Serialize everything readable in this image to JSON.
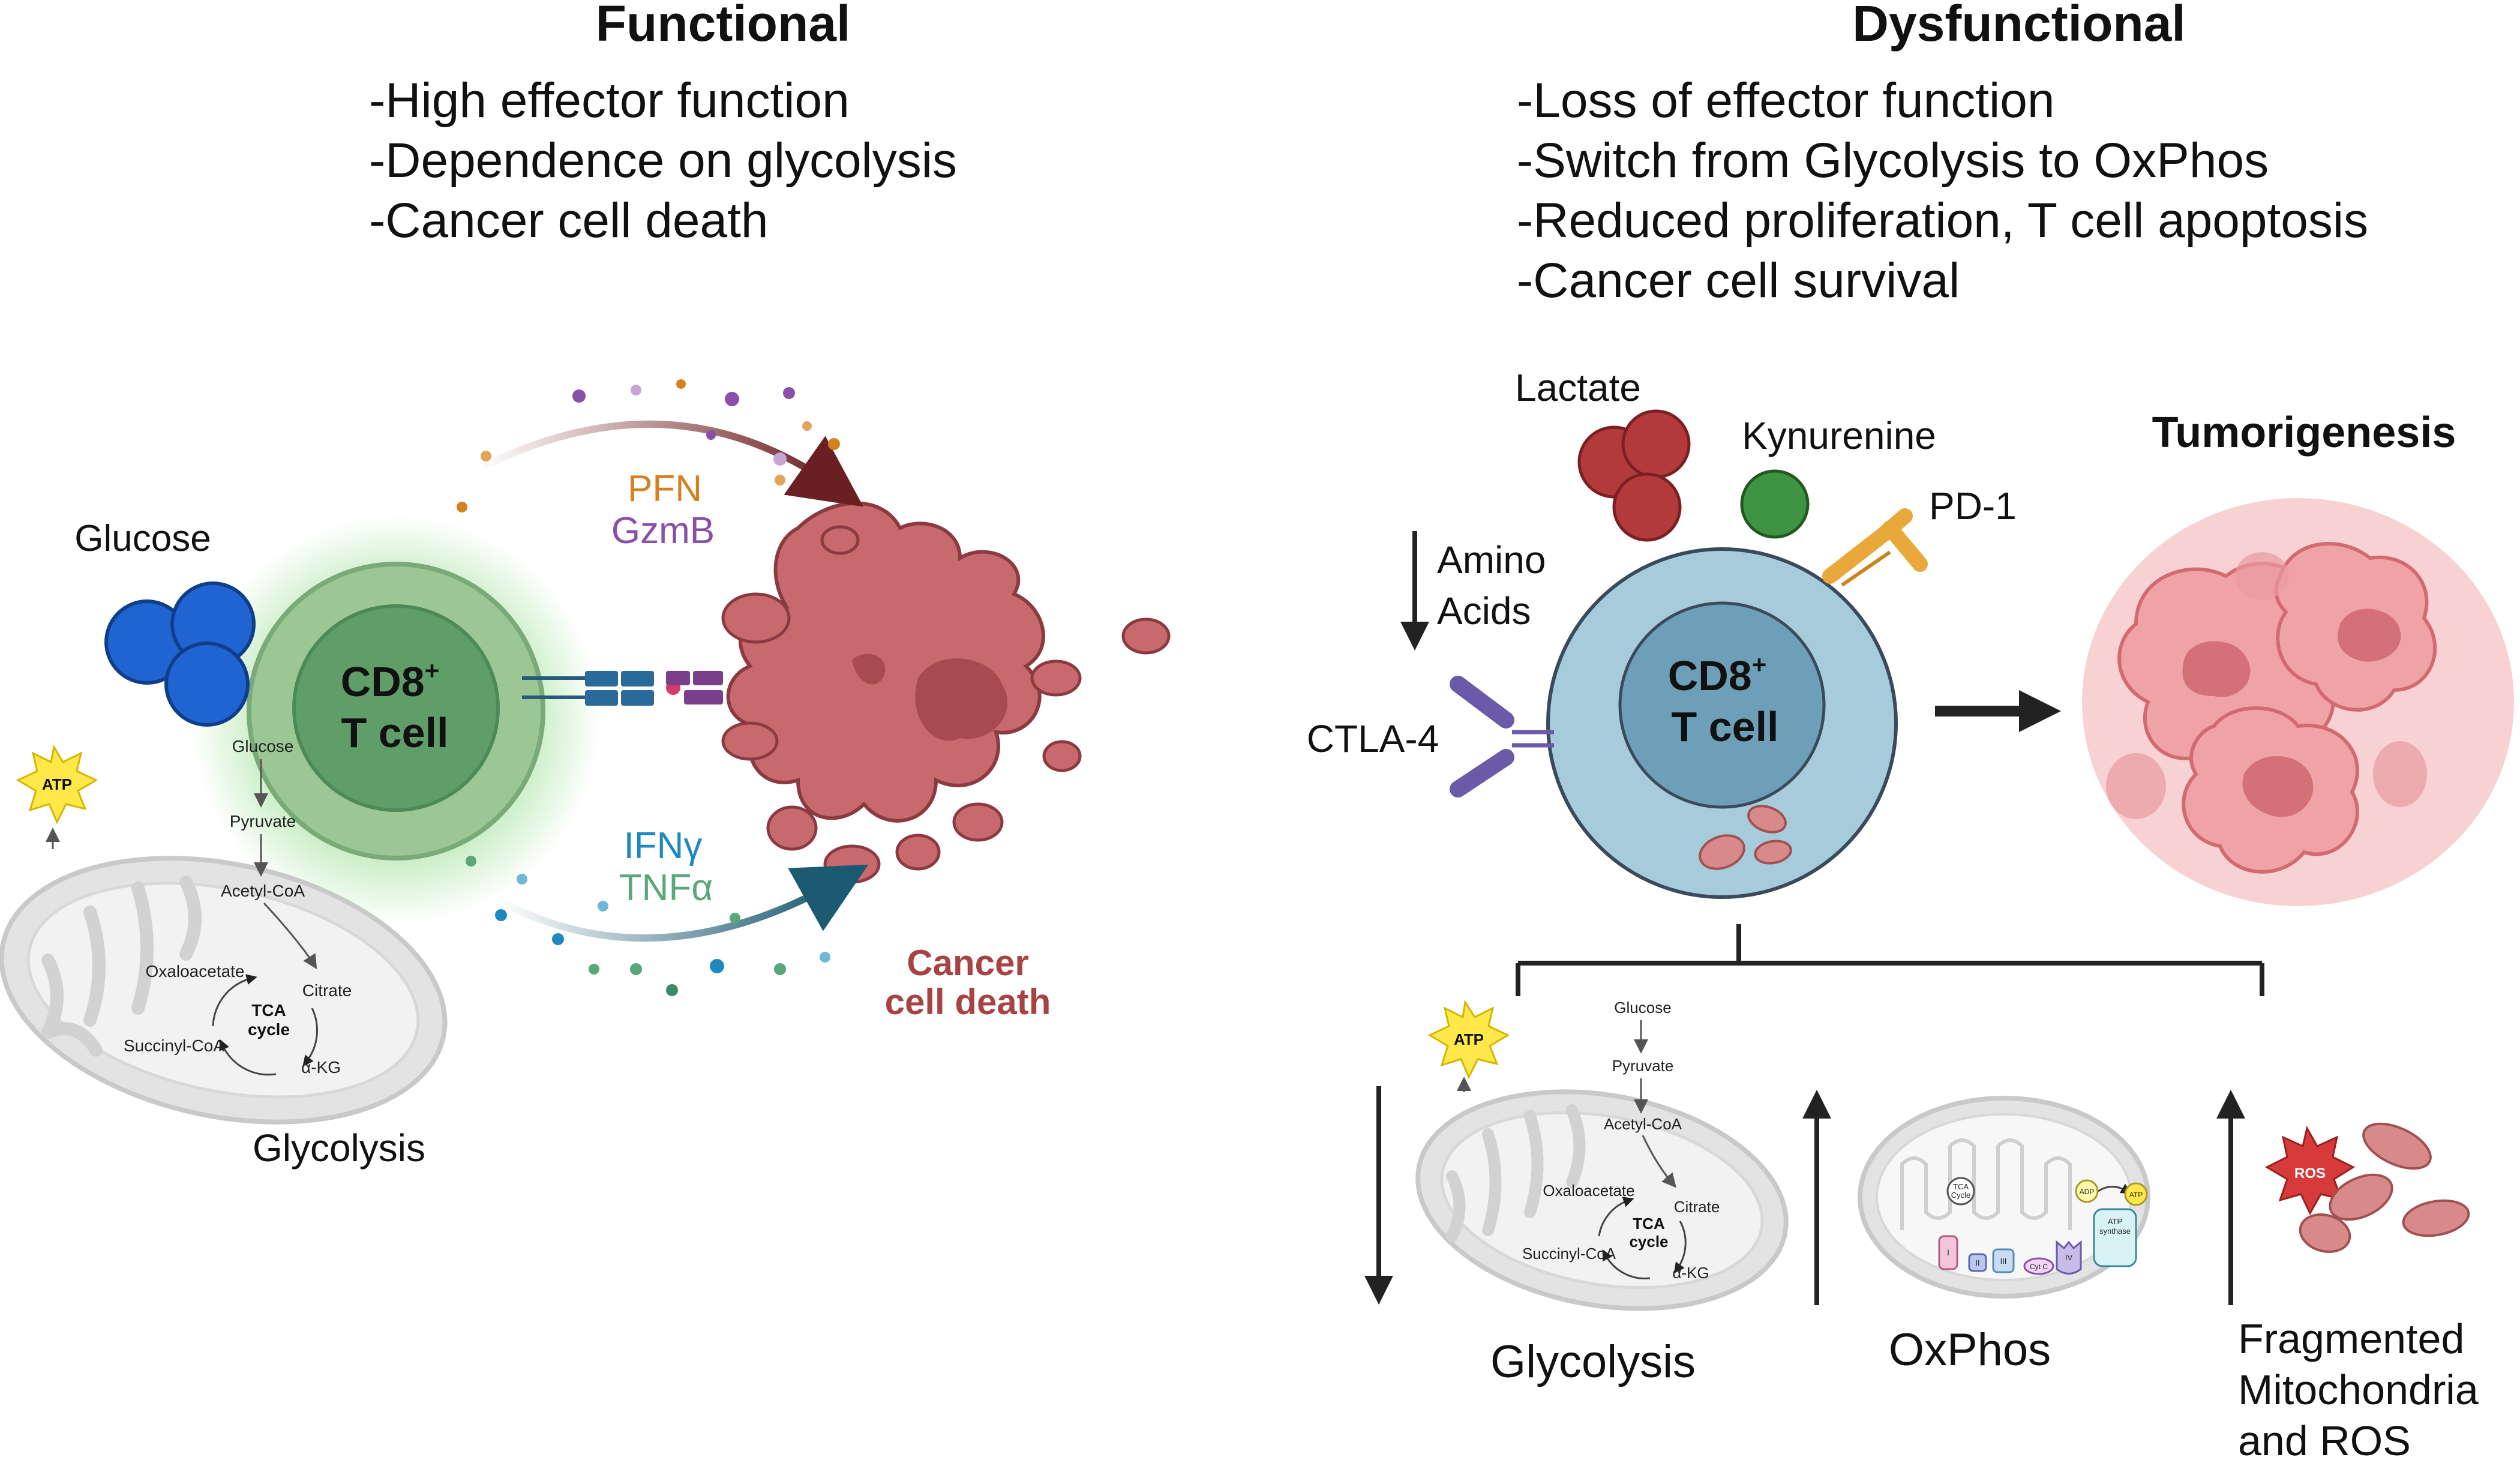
{
  "functional": {
    "title": "Functional",
    "bullets": [
      "-High effector function",
      "-Dependence on glycolysis",
      "-Cancer cell death"
    ],
    "glucose": "Glucose",
    "cell_line1": "CD8",
    "cell_sup": "+",
    "cell_line2": "T cell",
    "atp": "ATP",
    "pathway": {
      "glucose": "Glucose",
      "pyruvate": "Pyruvate",
      "acetyl": "Acetyl-CoA",
      "oxaloacetate": "Oxaloacetate",
      "citrate": "Citrate",
      "tca1": "TCA",
      "tca2": "cycle",
      "succinyl": "Succinyl-CoA",
      "akg": "α-KG"
    },
    "glycolysis": "Glycolysis",
    "pfn": "PFN",
    "gzmb": "GzmB",
    "ifng": "IFNγ",
    "tnfa": "TNFα",
    "death1": "Cancer",
    "death2": "cell death"
  },
  "dysfunctional": {
    "title": "Dysfunctional",
    "bullets": [
      "-Loss of effector function",
      "-Switch from Glycolysis to OxPhos",
      "-Reduced proliferation, T cell apoptosis",
      "-Cancer cell survival"
    ],
    "lactate": "Lactate",
    "kynurenine": "Kynurenine",
    "pd1": "PD-1",
    "amino1": "Amino",
    "amino2": "Acids",
    "ctla4": "CTLA-4",
    "cell_line1": "CD8",
    "cell_sup": "+",
    "cell_line2": "T cell",
    "tumorigenesis": "Tumorigenesis",
    "atp": "ATP",
    "pathway": {
      "glucose": "Glucose",
      "pyruvate": "Pyruvate",
      "acetyl": "Acetyl-CoA",
      "oxaloacetate": "Oxaloacetate",
      "citrate": "Citrate",
      "tca1": "TCA",
      "tca2": "cycle",
      "succinyl": "Succinyl-CoA",
      "akg": "α-KG"
    },
    "oxphos_detail": {
      "tca1": "TCA",
      "tca2": "Cycle",
      "c1": "I",
      "c2": "II",
      "c3": "III",
      "cytc": "Cyt C",
      "c4": "IV",
      "adp": "ADP",
      "atp": "ATP",
      "synth1": "ATP",
      "synth2": "synthase"
    },
    "ros": "ROS",
    "glycolysis": "Glycolysis",
    "oxphos": "OxPhos",
    "frag1": "Fragmented",
    "frag2": "Mitochondria",
    "frag3": "and ROS"
  },
  "colors": {
    "tcell_green": "#8fc08a",
    "tcell_nucleus_green": "#5f9e68",
    "tcell_blue": "#a6ccdc",
    "tcell_nucleus_blue": "#6e9fb8",
    "glucose_blue": "#1f64d0",
    "cancer_red": "#c8696e",
    "pfn_orange": "#d4811f",
    "gzmb_purple": "#8a4fa8",
    "ifng_blue": "#1f88c0",
    "tnfa_green": "#5aa77a",
    "death_red": "#a84343",
    "lactate_red": "#b23a3a",
    "kynurenine_green": "#3f9444",
    "pd1_orange": "#e8a93a",
    "ctla4_purple": "#6a5aa8",
    "tumor_pink": "#f0a3a6",
    "atp_yellow": "#ffe94a",
    "ros_red": "#d63a3a"
  }
}
